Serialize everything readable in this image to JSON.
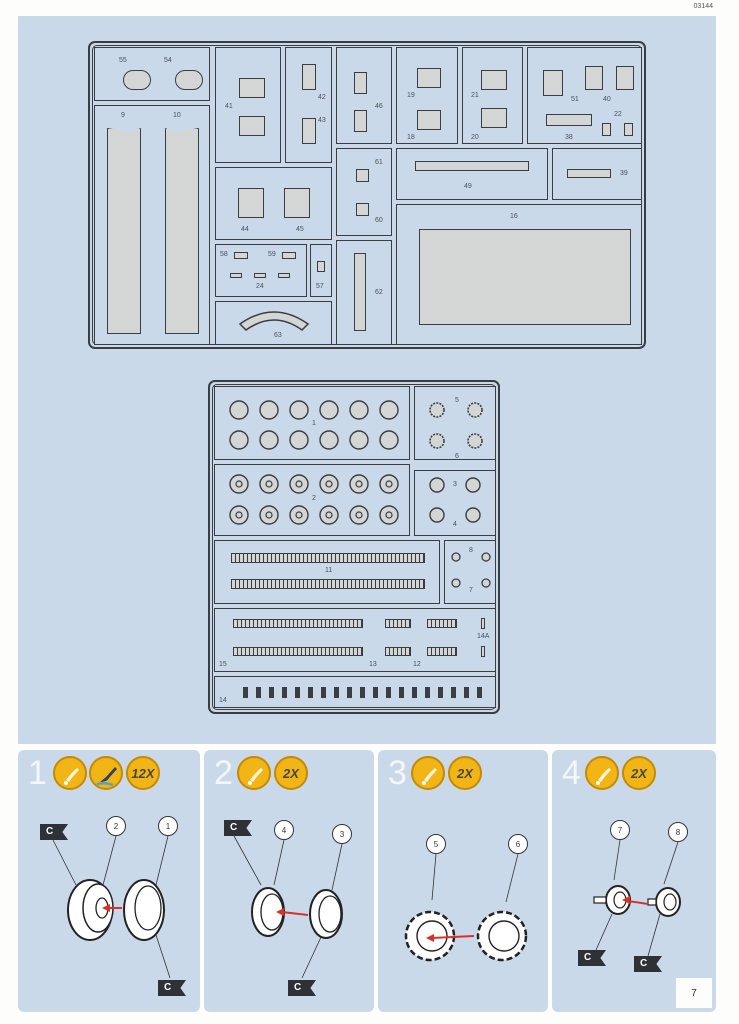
{
  "document": {
    "code": "03144",
    "page_number": "7"
  },
  "sprue_top": {
    "labels": {
      "p55": "55",
      "p54": "54",
      "p9": "9",
      "p10": "10",
      "p41": "41",
      "p42": "42",
      "p43": "43",
      "p46": "46",
      "p19": "19",
      "p18": "18",
      "p21": "21",
      "p20": "20",
      "p51": "51",
      "p40": "40",
      "p22": "22",
      "p38": "38",
      "p61": "61",
      "p60": "60",
      "p49": "49",
      "p39": "39",
      "p44": "44",
      "p45": "45",
      "p16": "16",
      "p58": "58",
      "p59": "59",
      "p24": "24",
      "p57": "57",
      "p62": "62",
      "p63": "63"
    }
  },
  "sprue_bottom": {
    "labels": {
      "p1": "1",
      "p2": "2",
      "p5": "5",
      "p6": "6",
      "p3": "3",
      "p4": "4",
      "p11": "11",
      "p8": "8",
      "p7": "7",
      "p15": "15",
      "p13": "13",
      "p12": "12",
      "p14A": "14A",
      "p14": "14"
    }
  },
  "steps": [
    {
      "number": "1",
      "icons": [
        "glue-icon",
        "paint-brush-icon"
      ],
      "quantity": "12X",
      "parts": [
        "2",
        "1"
      ],
      "color_code": "C"
    },
    {
      "number": "2",
      "icons": [
        "glue-icon"
      ],
      "quantity": "2X",
      "parts": [
        "4",
        "3"
      ],
      "color_code": "C"
    },
    {
      "number": "3",
      "icons": [
        "glue-icon"
      ],
      "quantity": "2X",
      "parts": [
        "5",
        "6"
      ],
      "color_code": ""
    },
    {
      "number": "4",
      "icons": [
        "glue-icon"
      ],
      "quantity": "2X",
      "parts": [
        "7",
        "8"
      ],
      "color_code": "C"
    }
  ],
  "colors": {
    "panel_bg": "#c9d9ea",
    "badge": "#f2b516",
    "arrow": "#d9302a",
    "flag": "#2e3236"
  }
}
